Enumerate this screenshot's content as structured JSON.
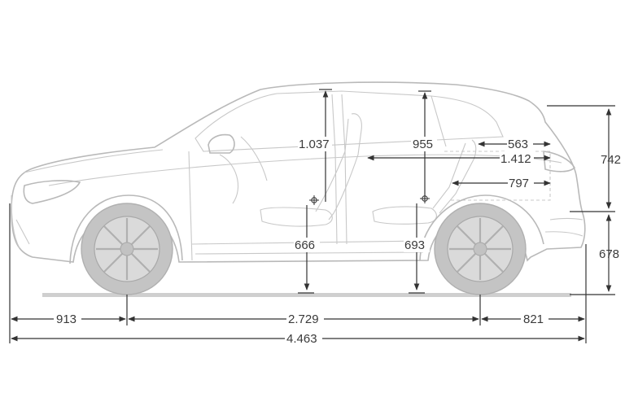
{
  "dimensions": {
    "headroom_front": "1.037",
    "headroom_rear": "955",
    "rear_overhang_interior": "563",
    "cargo_length": "1.412",
    "cargo_depth": "797",
    "rear_height": "742",
    "seat_height_front": "666",
    "seat_height_rear": "693",
    "tailgate_ground": "678",
    "front_overhang": "913",
    "wheelbase": "2.729",
    "rear_overhang": "821",
    "overall_length": "4.463"
  },
  "colors": {
    "dimension_line": "#333333",
    "car_outline": "#b9b9b9",
    "wheel": "#c4c4c4"
  }
}
